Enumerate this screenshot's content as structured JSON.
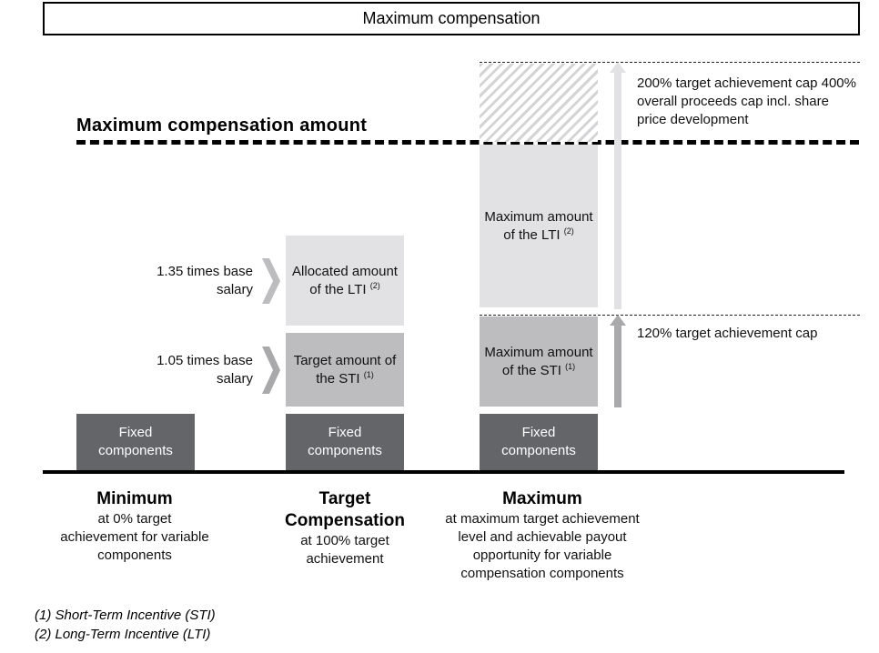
{
  "title": "Maximum compensation",
  "max_amount_label": "Maximum compensation amount",
  "blocks": {
    "min_fixed": "Fixed components",
    "target_fixed": "Fixed components",
    "target_sti": "Target amount of the STI",
    "target_sti_ref": "(1)",
    "target_lti": "Allocated amount of the LTI",
    "target_lti_ref": "(2)",
    "max_fixed": "Fixed components",
    "max_sti": "Maximum amount of the STI",
    "max_sti_ref": "(1)",
    "max_lti": "Maximum amount of the LTI",
    "max_lti_ref": "(2)"
  },
  "multipliers": {
    "lti": "1.35 times base salary",
    "sti": "1.05 times base salary"
  },
  "annotations": {
    "lti_cap": "200% target achievement cap 400% overall proceeds cap incl. share price development",
    "sti_cap": "120% target achievement cap"
  },
  "columns": [
    {
      "title": "Minimum",
      "desc": "at 0% target achievement for variable components"
    },
    {
      "title": "Target Compensation",
      "desc": "at 100% target achievement"
    },
    {
      "title": "Maximum",
      "desc": "at maximum target achievement level and achievable payout opportunity for variable compensation components"
    }
  ],
  "footnotes": [
    "(1) Short-Term Incentive (STI)",
    "(2) Long-Term Incentive (LTI)"
  ],
  "colors": {
    "fixed": "#636569",
    "sti": "#bdbdbf",
    "lti": "#e2e2e4"
  }
}
